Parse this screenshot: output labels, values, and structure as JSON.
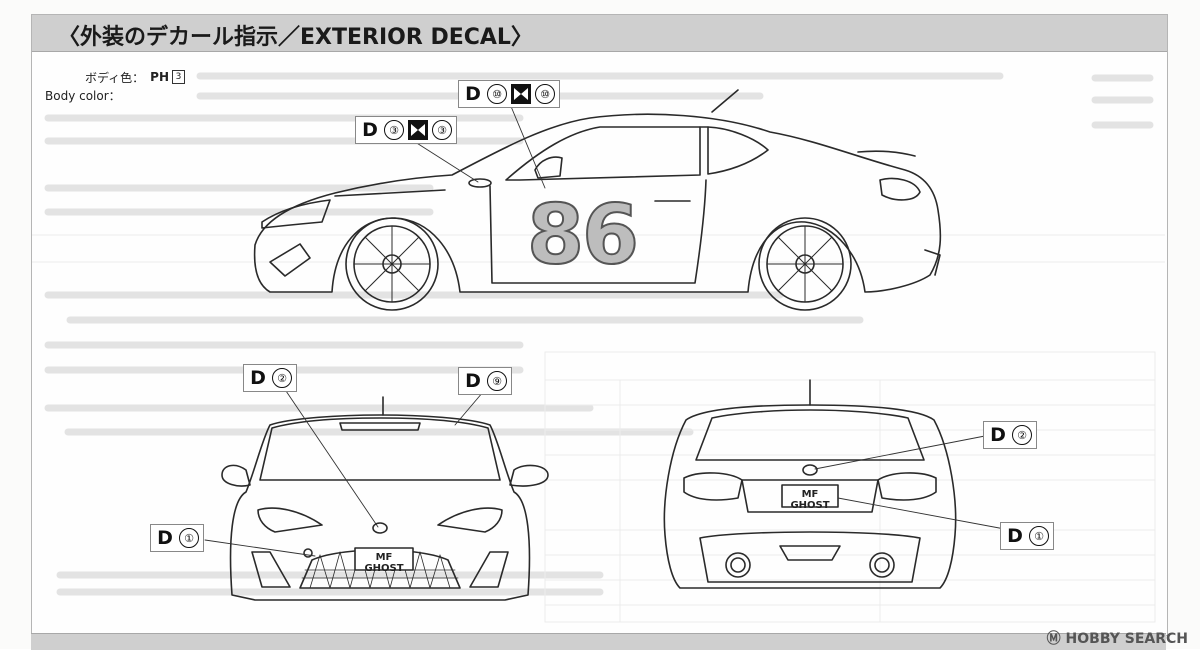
{
  "section": {
    "title": "〈外装のデカール指示／EXTERIOR DECAL〉"
  },
  "body_color": {
    "label_ja": "ボディ色：",
    "label_en": "Body color：",
    "code_prefix": "PH",
    "code_number": "3"
  },
  "decal_callouts": [
    {
      "id": "door-top",
      "letter": "D",
      "left": "⑩",
      "mirror": "⑩"
    },
    {
      "id": "side-badge",
      "letter": "D",
      "left": "③",
      "mirror": "③"
    },
    {
      "id": "front-emblem",
      "letter": "D",
      "left": "②"
    },
    {
      "id": "front-roof",
      "letter": "D",
      "left": "⑨"
    },
    {
      "id": "front-plate",
      "letter": "D",
      "left": "①"
    },
    {
      "id": "rear-emblem",
      "letter": "D",
      "left": "②"
    },
    {
      "id": "rear-plate",
      "letter": "D",
      "left": "①"
    }
  ],
  "side_number": "86",
  "plate_text": "MF GHOST",
  "watermark": {
    "text": "HOBBY SEARCH",
    "symbol": "Ⓜ"
  },
  "colors": {
    "header_band": "#cfcfcf",
    "line": "#2a2a2a",
    "number_fill": "#bdbdbd"
  }
}
